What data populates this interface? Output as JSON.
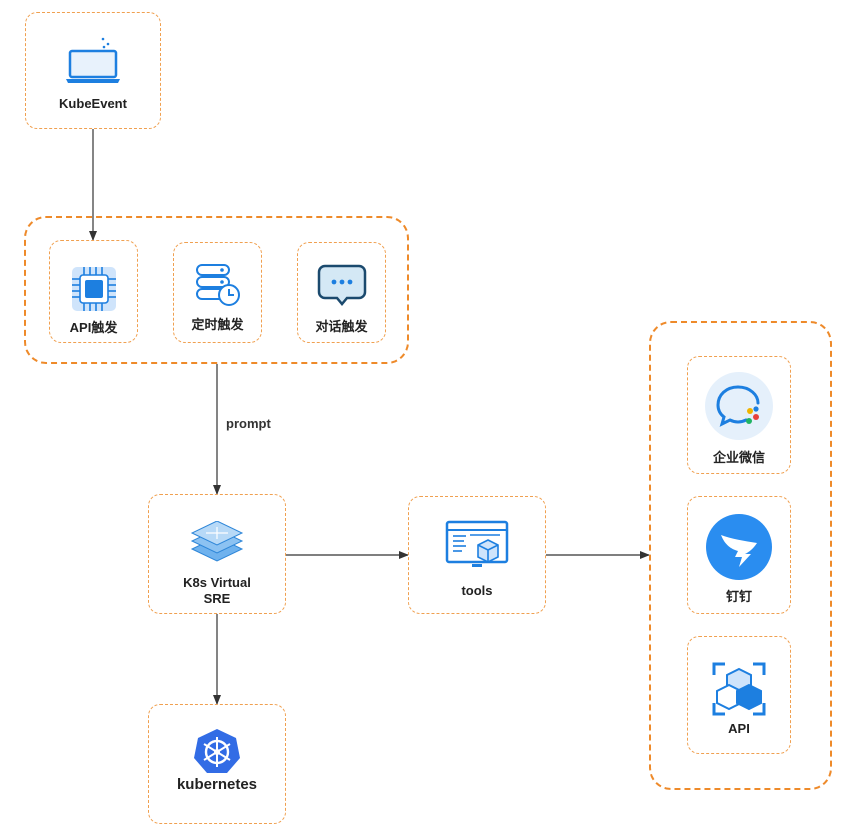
{
  "nodes": {
    "kube_event": {
      "label": "KubeEvent"
    },
    "api_trigger": {
      "label": "API触发"
    },
    "timed_trigger": {
      "label": "定时触发"
    },
    "chat_trigger": {
      "label": "对话触发"
    },
    "k8s_sre": {
      "label_line1": "K8s Virtual",
      "label_line2": "SRE"
    },
    "kubernetes": {
      "label": "kubernetes"
    },
    "tools": {
      "label": "tools"
    },
    "wecom": {
      "label": "企业微信"
    },
    "dingtalk": {
      "label": "钉钉"
    },
    "api_out": {
      "label": "API"
    }
  },
  "edges": {
    "prompt_label": "prompt"
  },
  "colors": {
    "group_border": "#ee8a2a",
    "node_border": "#f0a050",
    "icon_blue": "#1d7fe0",
    "arrow": "#333333"
  }
}
